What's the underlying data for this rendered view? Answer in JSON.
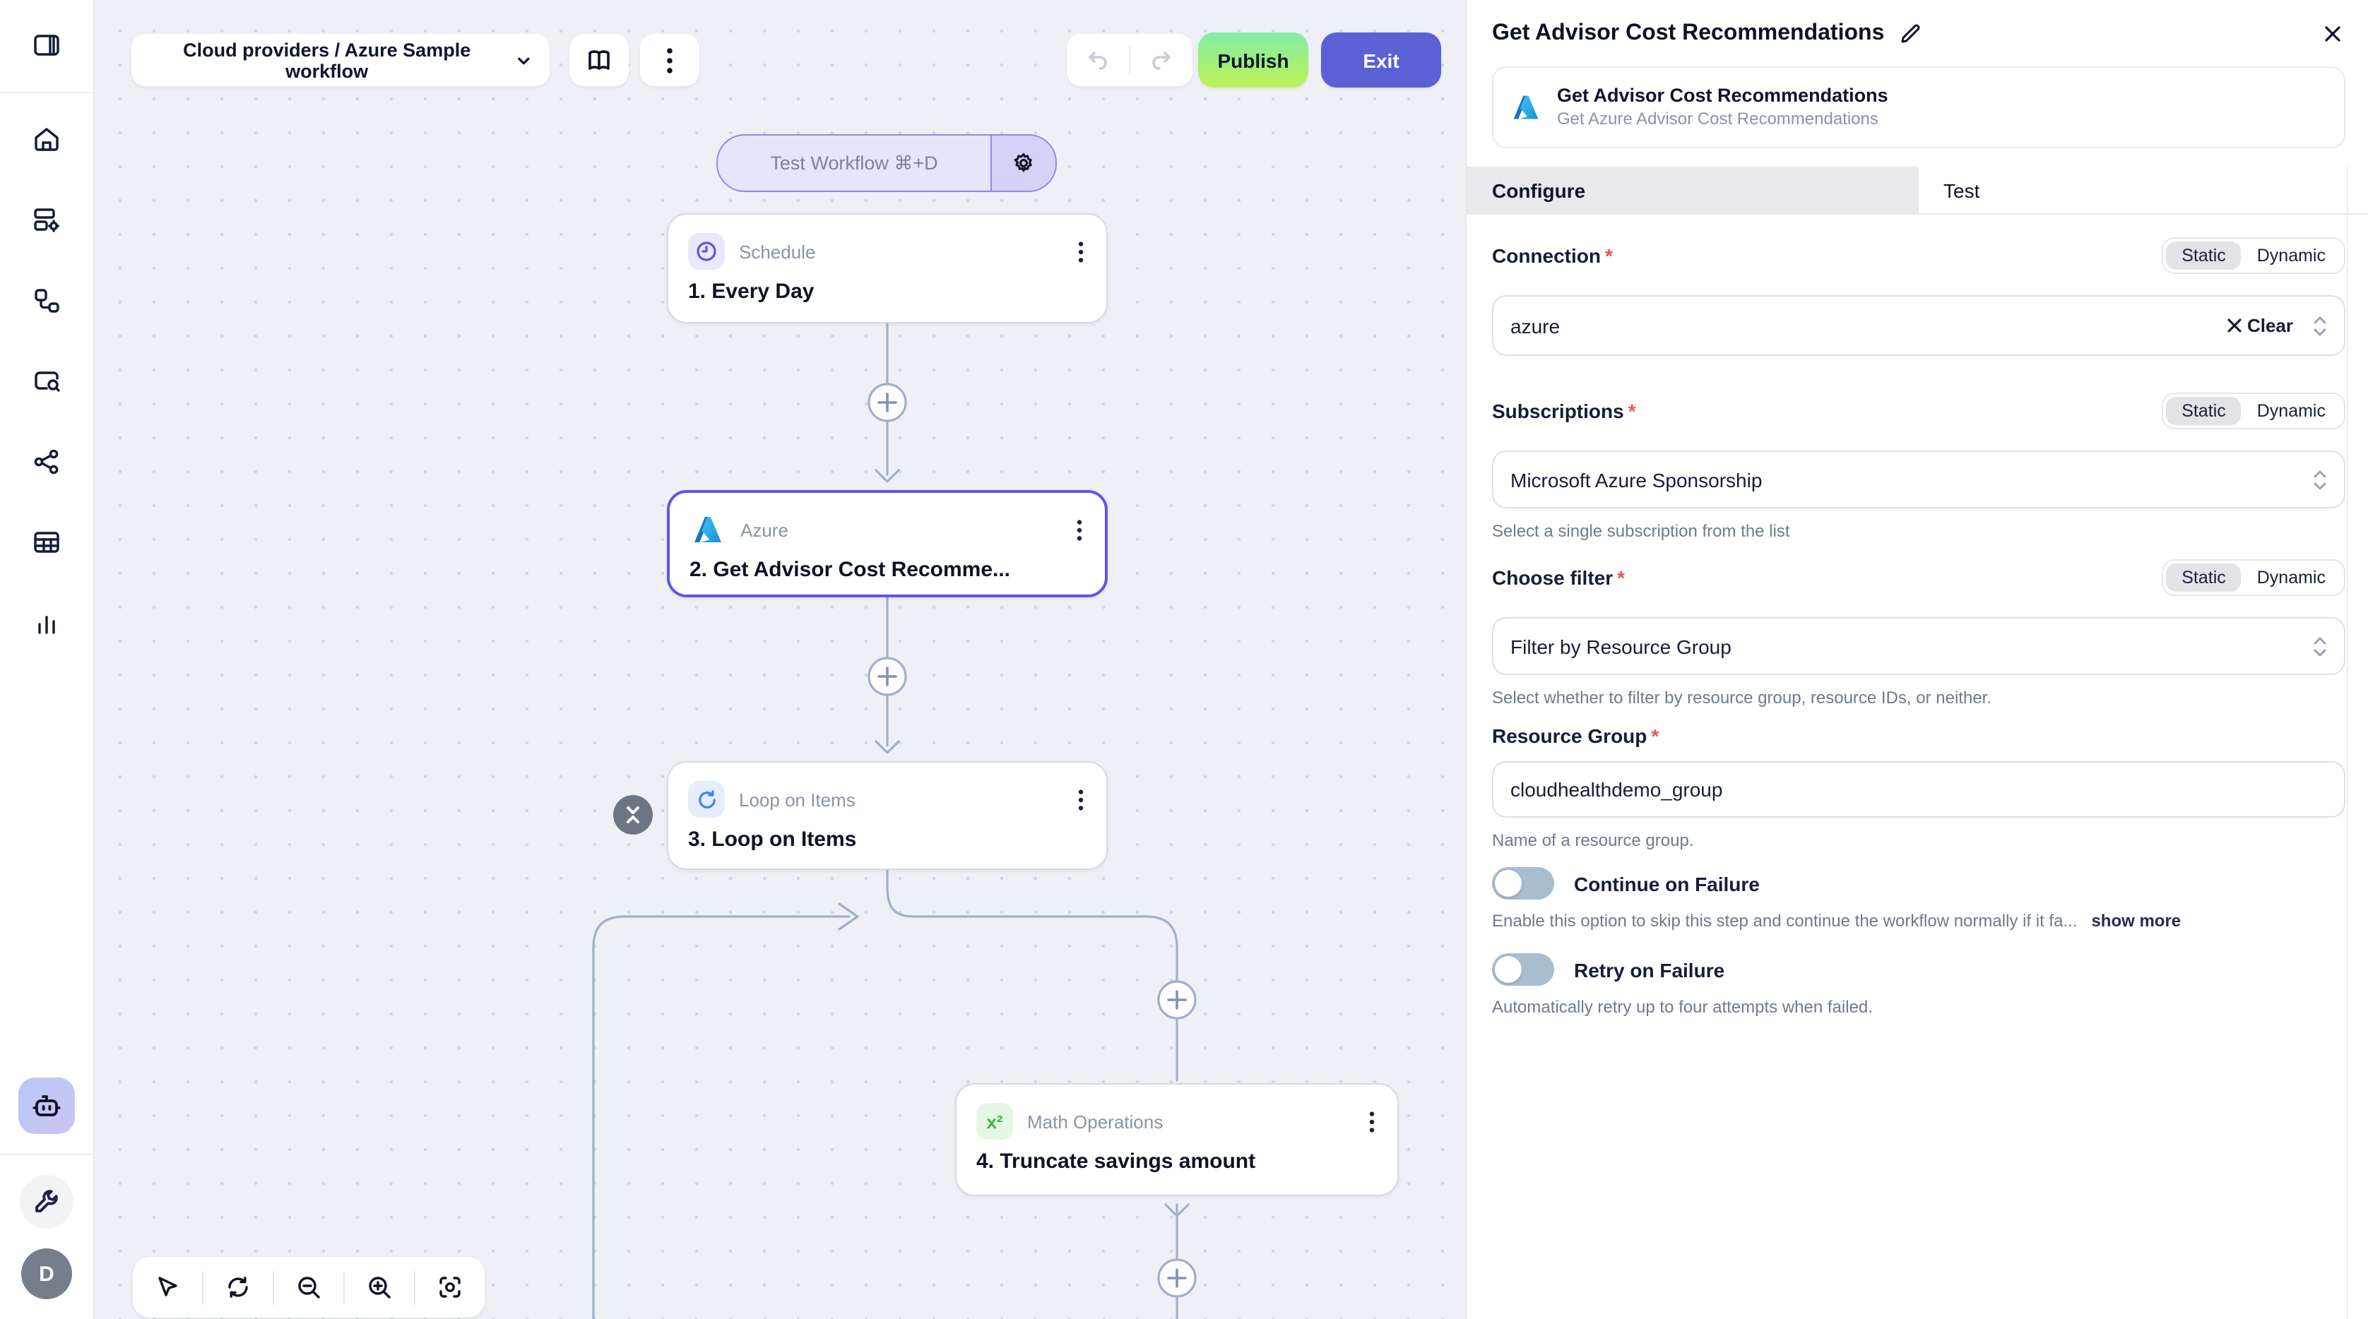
{
  "topbar": {
    "breadcrumb": "Cloud providers / Azure Sample workflow",
    "publish_label": "Publish",
    "exit_label": "Exit"
  },
  "canvas": {
    "test_button_label": "Test Workflow ⌘+D"
  },
  "nodes": [
    {
      "app": "Schedule",
      "title": "1. Every Day"
    },
    {
      "app": "Azure",
      "title": "2. Get Advisor Cost Recomme..."
    },
    {
      "app": "Loop on Items",
      "title": "3. Loop on Items"
    },
    {
      "app": "Math Operations",
      "title": "4. Truncate savings amount"
    }
  ],
  "icons": {
    "math_icon_glyph": "x²"
  },
  "panel": {
    "title": "Get Advisor Cost Recommendations",
    "app_card": {
      "title": "Get Advisor Cost Recommendations",
      "subtitle": "Get Azure Advisor Cost Recommendations"
    },
    "tabs": {
      "configure": "Configure",
      "test": "Test"
    },
    "toggle_labels": {
      "static": "Static",
      "dynamic": "Dynamic"
    },
    "required_marker": "*",
    "fields": {
      "connection": {
        "label": "Connection",
        "value": "azure",
        "clear_label": "Clear"
      },
      "subscriptions": {
        "label": "Subscriptions",
        "value": "Microsoft Azure Sponsorship",
        "helper": "Select a single subscription from the list"
      },
      "choose_filter": {
        "label": "Choose filter",
        "value": "Filter by Resource Group",
        "helper": "Select whether to filter by resource group, resource IDs, or neither."
      },
      "resource_group": {
        "label": "Resource Group",
        "value": "cloudhealthdemo_group",
        "helper": "Name of a resource group."
      }
    },
    "switches": {
      "continue_on_failure": {
        "label": "Continue on Failure",
        "helper": "Enable this option to skip this step and continue the workflow normally if it fa...",
        "show_more": "show more",
        "enabled": false
      },
      "retry_on_failure": {
        "label": "Retry on Failure",
        "helper": "Automatically retry up to four attempts when failed.",
        "enabled": false
      }
    }
  },
  "user": {
    "avatar_initial": "D"
  },
  "colors": {
    "accent": "#5f55e6",
    "publish_gradient_top": "#82eca5",
    "publish_gradient_bottom": "#bdf257",
    "exit_button": "#5961d5",
    "edge": "#9db0cc",
    "canvas_bg": "#eef0f5"
  }
}
